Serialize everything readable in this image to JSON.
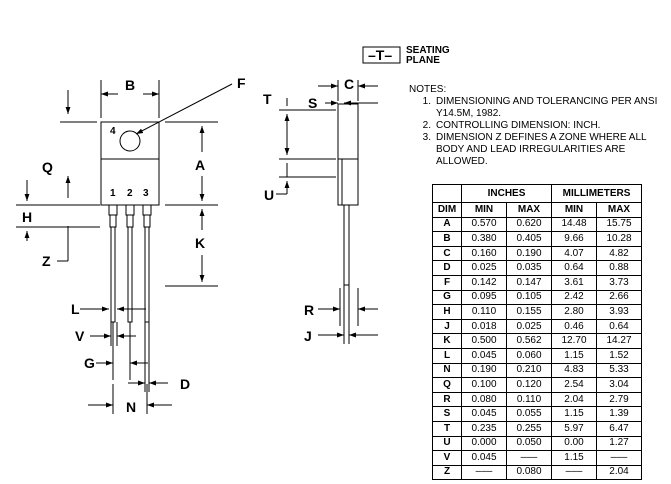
{
  "datum": {
    "symbol": "–T–",
    "label_line1": "SEATING",
    "label_line2": "PLANE"
  },
  "pin_labels": [
    "1",
    "2",
    "3",
    "4"
  ],
  "dimension_letters": {
    "A": "A",
    "B": "B",
    "C": "C",
    "D": "D",
    "F": "F",
    "G": "G",
    "H": "H",
    "J": "J",
    "K": "K",
    "L": "L",
    "N": "N",
    "Q": "Q",
    "R": "R",
    "S": "S",
    "T": "T",
    "U": "U",
    "V": "V",
    "Z": "Z"
  },
  "notes": {
    "heading": "NOTES:",
    "items": [
      {
        "num": "1.",
        "line1": "DIMENSIONING AND TOLERANCING PER ANSI",
        "line2": "Y14.5M, 1982."
      },
      {
        "num": "2.",
        "line1": "CONTROLLING DIMENSION: INCH.",
        "line2": ""
      },
      {
        "num": "3.",
        "line1": "DIMENSION Z DEFINES A ZONE WHERE ALL",
        "line2": "BODY AND LEAD IRREGULARITIES ARE",
        "line3": "ALLOWED."
      }
    ]
  },
  "table": {
    "header_dim": "DIM",
    "group_inches": "INCHES",
    "group_mm": "MILLIMETERS",
    "min": "MIN",
    "max": "MAX",
    "rows": [
      [
        "A",
        "0.570",
        "0.620",
        "14.48",
        "15.75"
      ],
      [
        "B",
        "0.380",
        "0.405",
        "9.66",
        "10.28"
      ],
      [
        "C",
        "0.160",
        "0.190",
        "4.07",
        "4.82"
      ],
      [
        "D",
        "0.025",
        "0.035",
        "0.64",
        "0.88"
      ],
      [
        "F",
        "0.142",
        "0.147",
        "3.61",
        "3.73"
      ],
      [
        "G",
        "0.095",
        "0.105",
        "2.42",
        "2.66"
      ],
      [
        "H",
        "0.110",
        "0.155",
        "2.80",
        "3.93"
      ],
      [
        "J",
        "0.018",
        "0.025",
        "0.46",
        "0.64"
      ],
      [
        "K",
        "0.500",
        "0.562",
        "12.70",
        "14.27"
      ],
      [
        "L",
        "0.045",
        "0.060",
        "1.15",
        "1.52"
      ],
      [
        "N",
        "0.190",
        "0.210",
        "4.83",
        "5.33"
      ],
      [
        "Q",
        "0.100",
        "0.120",
        "2.54",
        "3.04"
      ],
      [
        "R",
        "0.080",
        "0.110",
        "2.04",
        "2.79"
      ],
      [
        "S",
        "0.045",
        "0.055",
        "1.15",
        "1.39"
      ],
      [
        "T",
        "0.235",
        "0.255",
        "5.97",
        "6.47"
      ],
      [
        "U",
        "0.000",
        "0.050",
        "0.00",
        "1.27"
      ],
      [
        "V",
        "0.045",
        "–––",
        "1.15",
        "–––"
      ],
      [
        "Z",
        "–––",
        "0.080",
        "–––",
        "2.04"
      ]
    ]
  }
}
